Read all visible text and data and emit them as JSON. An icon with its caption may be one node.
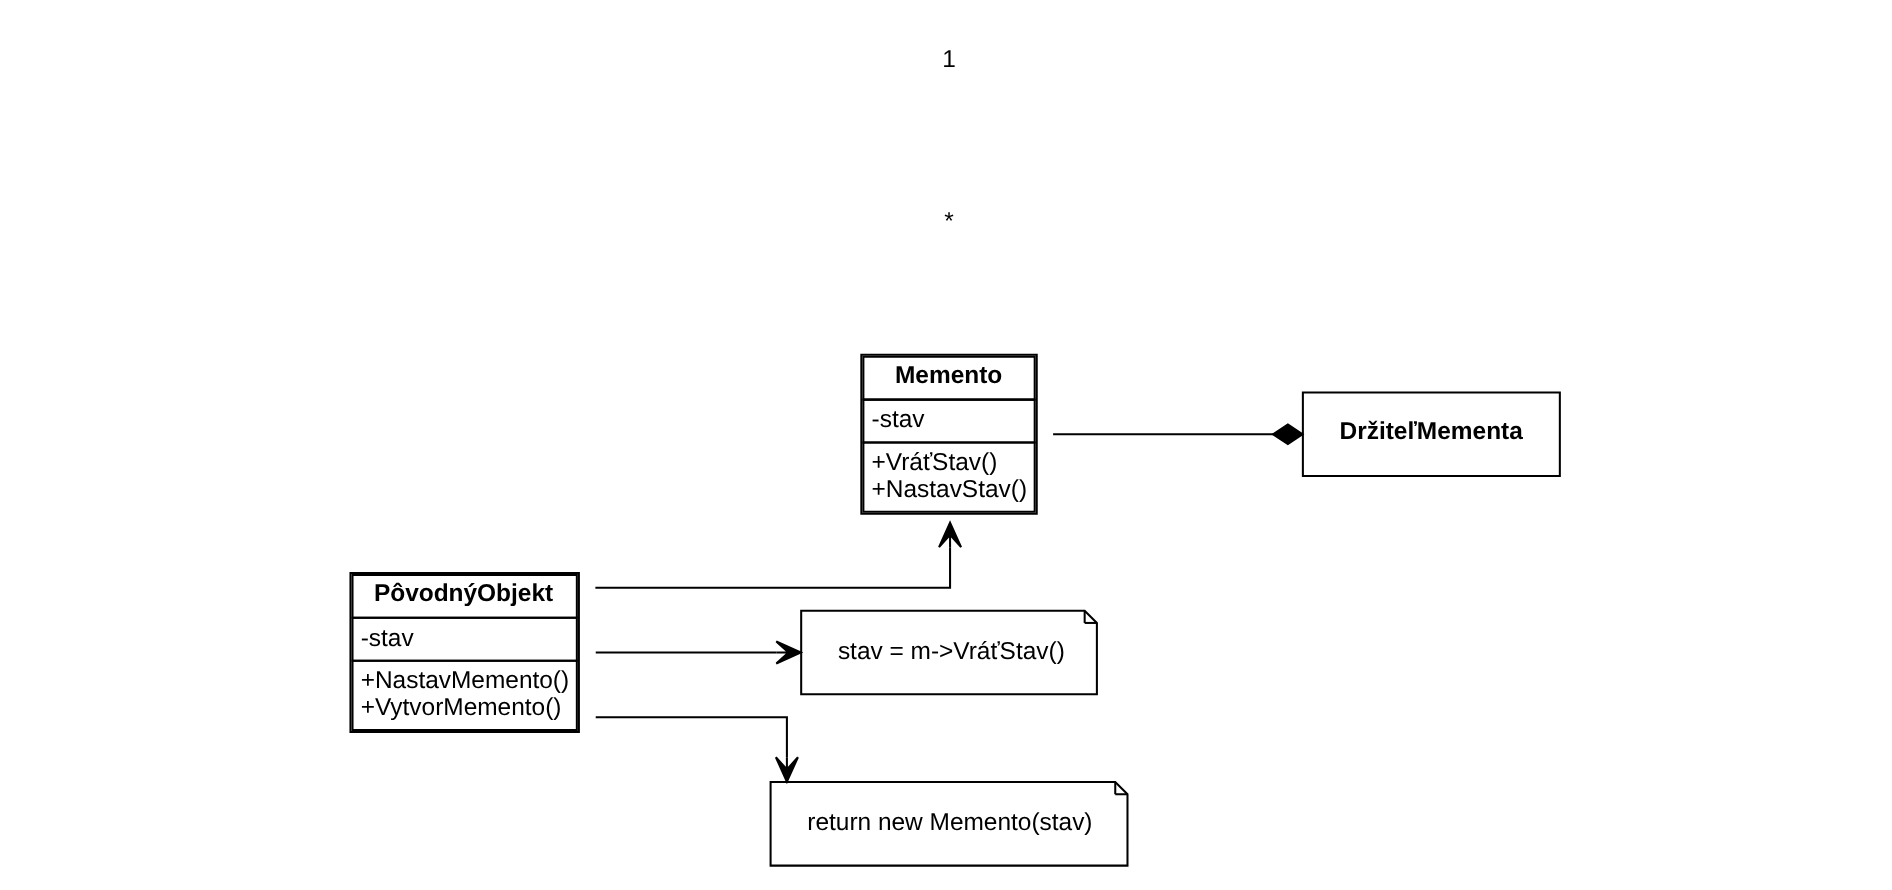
{
  "diagram": {
    "nodes": [
      {
        "text": [
          "PôvodnýObjekt",
          "-stav",
          "+NastavMemento()",
          "+VytvorMemento()"
        ]
      },
      {
        "text": [
          "Memento",
          "-stav",
          "+VráťStav()",
          "+NastavStav()"
        ]
      },
      {
        "text": [
          "DržiteľMementa"
        ]
      },
      {
        "text": [
          "stav = m->VráťStav()"
        ]
      },
      {
        "text": [
          "return new Memento(stav)"
        ]
      }
    ],
    "edges": [
      {
        "from": 0,
        "to": 1,
        "arrow": "to"
      },
      {
        "from": 1,
        "to": 2,
        "arrow": "other"
      },
      {
        "from": 0,
        "to": 3,
        "arrow": "to"
      },
      {
        "from": 0,
        "to": 4,
        "arrow": "to"
      }
    ],
    "labels": [
      "*",
      "1"
    ]
  }
}
